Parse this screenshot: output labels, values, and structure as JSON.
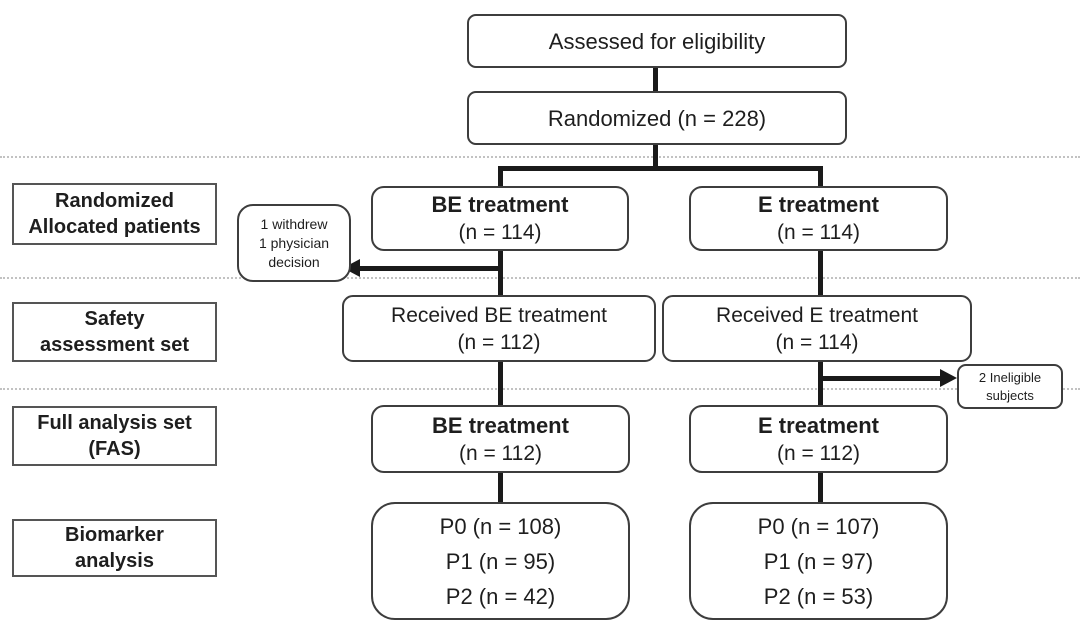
{
  "flow": {
    "assessed": "Assessed for eligibility",
    "randomized": "Randomized (n = 228)",
    "stage_labels": {
      "allocation": {
        "line1": "Randomized",
        "line2": "Allocated patients"
      },
      "safety": {
        "line1": "Safety",
        "line2": "assessment set"
      },
      "fas": {
        "line1": "Full analysis set",
        "line2": "(FAS)"
      },
      "biomarker": {
        "line1": "Biomarker",
        "line2": "analysis"
      }
    },
    "be_arm": {
      "allocation_title": "BE treatment",
      "allocation_n": "(n = 114)",
      "safety_title": "Received BE treatment",
      "safety_n": "(n = 112)",
      "fas_title": "BE treatment",
      "fas_n": "(n = 112)",
      "biomarker": {
        "p0": "P0 (n = 108)",
        "p1": "P1 (n = 95)",
        "p2": "P2 (n = 42)"
      }
    },
    "e_arm": {
      "allocation_title": "E treatment",
      "allocation_n": "(n = 114)",
      "safety_title": "Received E treatment",
      "safety_n": "(n = 114)",
      "fas_title": "E treatment",
      "fas_n": "(n = 112)",
      "biomarker": {
        "p0": "P0 (n = 107)",
        "p1": "P1 (n = 97)",
        "p2": "P2 (n = 53)"
      }
    },
    "exclusions": {
      "withdraw": {
        "line1": "1 withdrew",
        "line2": "1 physician",
        "line3": "decision"
      },
      "ineligible": {
        "line1": "2 Ineligible",
        "line2": "subjects"
      }
    },
    "colors": {
      "connector": "#1a1a1a",
      "box_border": "#3d3d3d",
      "divider": "#c2c2c2"
    }
  }
}
